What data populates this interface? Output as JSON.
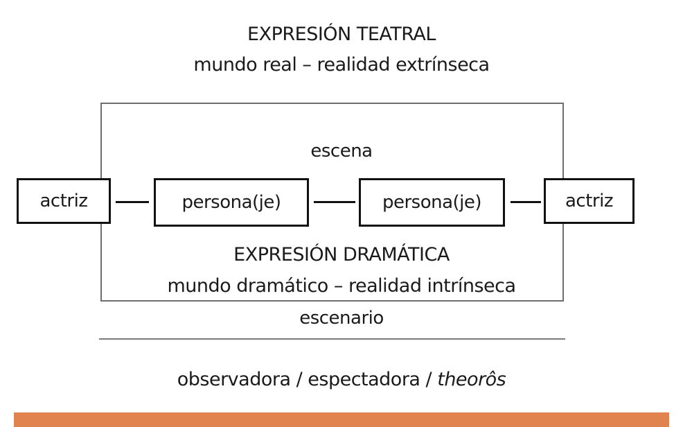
{
  "diagram": {
    "header": {
      "title": "EXPRESIÓN TEATRAL",
      "subtitle": "mundo real – realidad extrínseca"
    },
    "stage": {
      "label_top": "escena",
      "label_bottom_title": "EXPRESIÓN DRAMÁTICA",
      "label_bottom_subtitle": "mundo dramático – realidad intrínseca"
    },
    "nodes": [
      {
        "id": "actriz-left",
        "label": "actriz"
      },
      {
        "id": "persona-left",
        "label": "persona(je)"
      },
      {
        "id": "persona-right",
        "label": "persona(je)"
      },
      {
        "id": "actriz-right",
        "label": "actriz"
      }
    ],
    "edges": [
      {
        "from": "actriz-left",
        "to": "persona-left"
      },
      {
        "from": "persona-left",
        "to": "persona-right"
      },
      {
        "from": "persona-right",
        "to": "actriz-right"
      }
    ],
    "ground_label": "escenario",
    "observer": {
      "prefix": "observadora / espectadora / ",
      "italic": "theorôs"
    }
  },
  "colors": {
    "accent_bar": "#E0834F",
    "box_border": "#111111",
    "frame_border": "#6e6e6e"
  }
}
